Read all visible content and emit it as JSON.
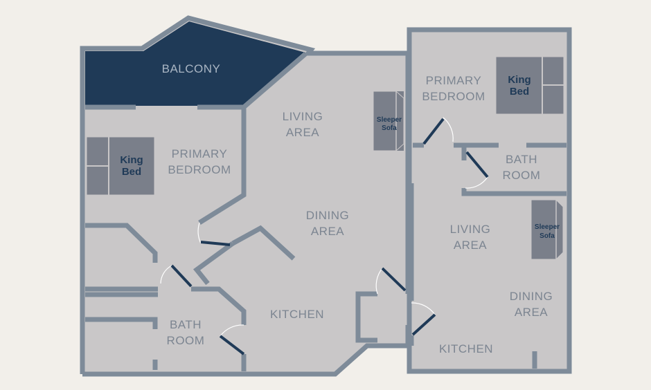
{
  "colors": {
    "background": "#f2efea",
    "floor": "#c9c7c8",
    "wall": "#7e8b99",
    "balcony": "#1f3a57",
    "furniture": "#7a7f8a",
    "label": "#7c8591",
    "door": "#1f3a57"
  },
  "rooms": {
    "balcony": "BALCONY",
    "living_left": [
      "LIVING",
      "AREA"
    ],
    "dining_left": [
      "DINING",
      "AREA"
    ],
    "kitchen_left": "KITCHEN",
    "bedroom_left": [
      "PRIMARY",
      "BEDROOM"
    ],
    "bath_left": [
      "BATH",
      "ROOM"
    ],
    "bedroom_right": [
      "PRIMARY",
      "BEDROOM"
    ],
    "bath_right": [
      "BATH",
      "ROOM"
    ],
    "living_right": [
      "LIVING",
      "AREA"
    ],
    "dining_right": [
      "DINING",
      "AREA"
    ],
    "kitchen_right": "KITCHEN"
  },
  "furniture": {
    "king_bed_left": [
      "King",
      "Bed"
    ],
    "king_bed_right": [
      "King",
      "Bed"
    ],
    "sleeper_sofa_left": [
      "Sleeper",
      "Sofa"
    ],
    "sleeper_sofa_right": [
      "Sleeper",
      "Sofa"
    ]
  }
}
